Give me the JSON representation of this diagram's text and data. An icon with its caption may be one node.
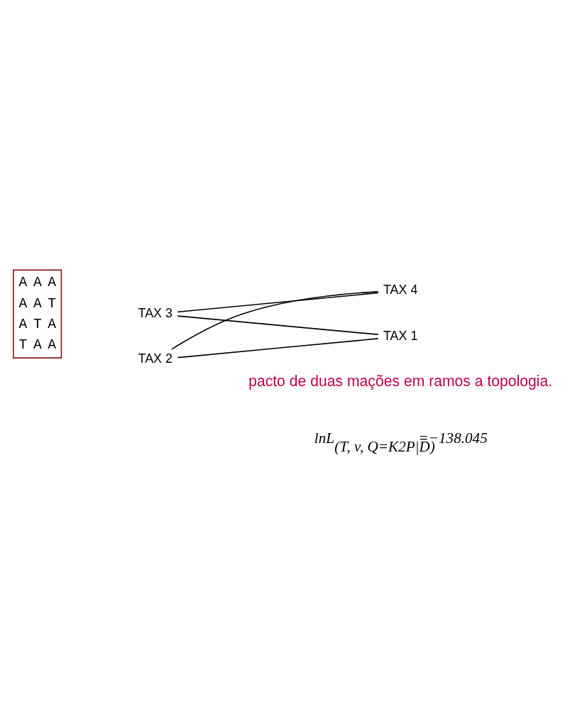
{
  "diagram": {
    "nodes": [
      {
        "text": [
          "TAX 4"
        ]
      },
      {
        "text": [
          "TAX 3"
        ]
      },
      {
        "text": [
          "TAX 2"
        ]
      },
      {
        "text": [
          "TAX 1"
        ]
      }
    ],
    "edges": [
      {
        "from": 1,
        "to": 0,
        "arrow": "none"
      },
      {
        "from": 1,
        "to": 3,
        "arrow": "none"
      },
      {
        "from": 2,
        "to": 0,
        "arrow": "none"
      },
      {
        "from": 2,
        "to": 3,
        "arrow": "none"
      }
    ],
    "labels": [
      "A",
      "A",
      "A",
      "A",
      "A",
      "T",
      "A",
      "T",
      "A",
      "T",
      "A",
      "A",
      "pacto de duas mações em ramos a topologia.",
      "lnL$_{(T, v, Q=K2P|D)}$=−138.045"
    ]
  }
}
